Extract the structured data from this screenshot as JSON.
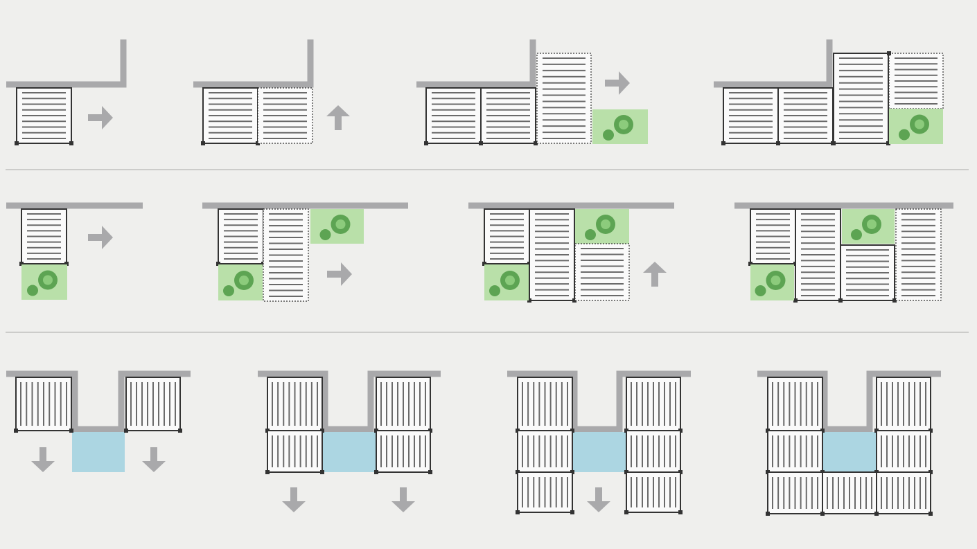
{
  "colors": {
    "background": "#efefed",
    "wall": "#a9a9ab",
    "module_fill": "#fafafa",
    "module_frame": "#333333",
    "slat": "#6a6a6a",
    "garden": "#b9e0a9",
    "bush": "#5da453",
    "pool": "#acd6e2",
    "arrow": "#a9a9ab",
    "divider": "#a8a8a8"
  },
  "rows": [
    {
      "name": "corner-expansion",
      "steps": 4
    },
    {
      "name": "wall-garden-expansion",
      "steps": 4
    },
    {
      "name": "pool-courtyard-expansion",
      "steps": 4
    }
  ]
}
